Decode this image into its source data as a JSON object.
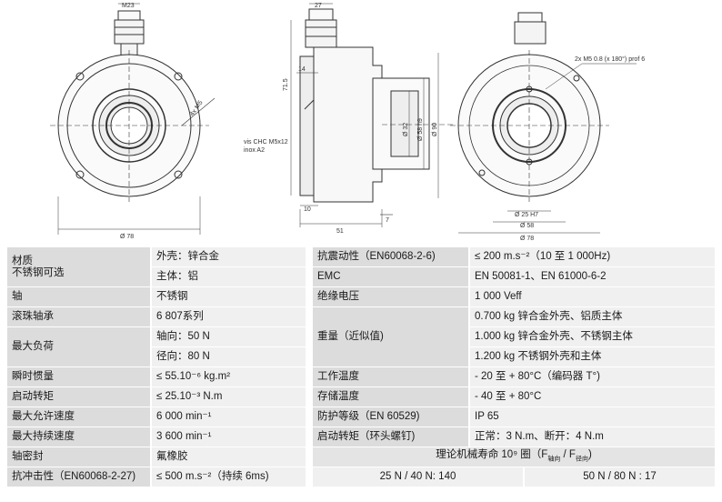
{
  "drawing": {
    "front": {
      "thread": "M23",
      "hole_label": "4x M5",
      "diameter": "Ø 78"
    },
    "side": {
      "top_dim": "27",
      "height_dim": "71.5",
      "dim_14": "14",
      "screw_note_1": "vis CHC M5x12",
      "screw_note_2": "inox A2",
      "d32": "Ø 32",
      "d58h9": "Ø 58 h9",
      "d90": "Ø 90",
      "dim_10": "10",
      "dim_51": "51",
      "dim_7": "7"
    },
    "back": {
      "note": "2x M5 0.8 (x 180°) prof 6",
      "d25": "Ø 25 H7",
      "d58": "Ø 58",
      "d78": "Ø 78"
    }
  },
  "left_table": [
    {
      "label": "材质",
      "sublabel": "不锈钢可选",
      "values": [
        "外壳：锌合金",
        "主体：铝"
      ]
    },
    {
      "label": "轴",
      "values": [
        "不锈钢"
      ]
    },
    {
      "label": "滚珠轴承",
      "values": [
        "6 807系列"
      ]
    },
    {
      "label": "最大负荷",
      "values": [
        "轴向：50 N",
        "径向：80 N"
      ]
    },
    {
      "label": "瞬时惯量",
      "values": [
        "≤ 55.10⁻⁶ kg.m²"
      ]
    },
    {
      "label": "启动转矩",
      "values": [
        "≤ 25.10⁻³ N.m"
      ]
    },
    {
      "label": "最大允许速度",
      "values": [
        "6 000 min⁻¹"
      ]
    },
    {
      "label": "最大持续速度",
      "values": [
        "3 600 min⁻¹"
      ]
    },
    {
      "label": "轴密封",
      "values": [
        "氟橡胶"
      ]
    },
    {
      "label": "抗冲击性（EN60068-2-27)",
      "values": [
        "≤ 500 m.s⁻²（持续 6ms)"
      ]
    }
  ],
  "right_table": {
    "rows": [
      {
        "label": "抗震动性（EN60068-2-6)",
        "value": "≤ 200 m.s⁻²（10 至 1 000Hz)"
      },
      {
        "label": "EMC",
        "value": "EN 50081-1、EN 61000-6-2"
      },
      {
        "label": "绝缘电压",
        "value": "1 000 Veff"
      }
    ],
    "weight": {
      "label": "重量（近似值)",
      "values": [
        "0.700 kg 锌合金外壳、铝质主体",
        "1.000 kg 锌合金外壳、不锈钢主体",
        "1.200 kg 不锈钢外壳和主体"
      ]
    },
    "rows2": [
      {
        "label": "工作温度",
        "value": "- 20 至 + 80°C（编码器 T°)"
      },
      {
        "label": "存储温度",
        "value": "- 40 至 + 80°C"
      },
      {
        "label": "防护等级（EN 60529)",
        "value": "IP 65"
      },
      {
        "label": "启动转矩（环头螺钉)",
        "value": "正常：3 N.m、断开：4 N.m"
      }
    ],
    "life_title_main": "理论机械寿命 10⁹ 圈（F",
    "life_title_sub1": "轴向",
    "life_title_mid": " / F",
    "life_title_sub2": "径向",
    "life_title_end": ")",
    "life_values": [
      "25 N / 40 N: 140",
      "50 N / 80 N : 17"
    ]
  }
}
